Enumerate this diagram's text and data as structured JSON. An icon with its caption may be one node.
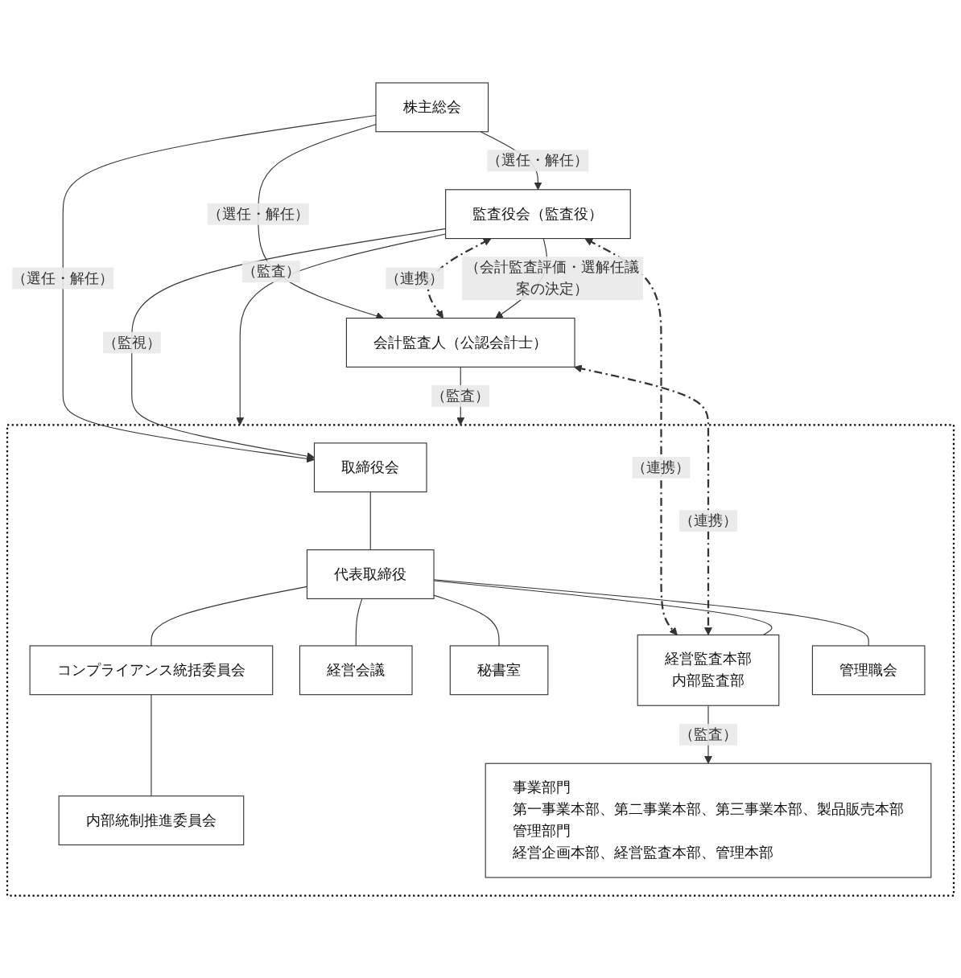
{
  "diagram": {
    "nodes": [
      {
        "text": [
          "株主総会"
        ]
      },
      {
        "text": [
          "監査役会（監査役）"
        ]
      },
      {
        "text": [
          "会計監査人（公認会計士）"
        ]
      },
      {
        "text": [],
        "shape": "box"
      },
      {
        "text": [
          "取締役会"
        ],
        "in": 3
      },
      {
        "text": [
          "コンプライアンス統括委員会"
        ],
        "in": 3
      },
      {
        "text": [
          "代表取締役"
        ],
        "in": 3
      },
      {
        "text": [
          "経営会議"
        ],
        "in": 3
      },
      {
        "text": [
          "内部統制推進委員会"
        ],
        "in": 3
      },
      {
        "text": [
          "秘書室"
        ],
        "in": 3
      },
      {
        "text": [
          "経営監査本部",
          "内部監査部"
        ],
        "in": 3
      },
      {
        "text": [
          "管理職会"
        ],
        "in": 3
      },
      {
        "text": [
          "事業部門",
          "第一事業本部、第二事業本部、第三事業本部、製品販売本部",
          "管理部門",
          "経営企画本部、経営監査本部、管理本部"
        ],
        "in": 3
      }
    ],
    "edges": [
      {
        "from": 0,
        "to": 1,
        "arrow": "to",
        "label": "（選任・解任）"
      },
      {
        "from": 0,
        "to": 4,
        "arrow": "to",
        "label": "（選任・解任）"
      },
      {
        "from": 0,
        "to": 2,
        "arrow": "to",
        "label": "（選任・解任）"
      },
      {
        "from": 1,
        "to": 4,
        "arrow": "to",
        "label": "（監視）"
      },
      {
        "from": 1,
        "to": 3,
        "arrow": "to",
        "label": "（監査）"
      },
      {
        "from": 2,
        "to": 3,
        "arrow": "to",
        "label": "（監査）"
      },
      {
        "from": 1,
        "to": 10,
        "arrow": "both",
        "style": "dashed",
        "label": "（連携）"
      },
      {
        "from": 2,
        "to": 10,
        "arrow": "both",
        "style": "dashed",
        "label": "（連携）"
      },
      {
        "from": 4,
        "to": 6,
        "arrow": "none"
      },
      {
        "from": 6,
        "to": 5,
        "arrow": "none"
      },
      {
        "from": 6,
        "to": 7,
        "arrow": "none"
      },
      {
        "from": 5,
        "to": 8,
        "arrow": "none"
      },
      {
        "from": 6,
        "to": 9,
        "arrow": "none"
      },
      {
        "from": 6,
        "to": 10,
        "arrow": "none"
      },
      {
        "from": 6,
        "to": 11,
        "arrow": "none"
      },
      {
        "from": 10,
        "to": 12,
        "arrow": "to",
        "label": "（監査）"
      },
      {
        "from": 1,
        "to": 2,
        "arrow": "both",
        "style": "dashed",
        "label": "（連携）"
      },
      {
        "from": 1,
        "to": 2,
        "arrow": "to",
        "label": "（会計監査評価・選解任議案の決定）"
      }
    ]
  }
}
